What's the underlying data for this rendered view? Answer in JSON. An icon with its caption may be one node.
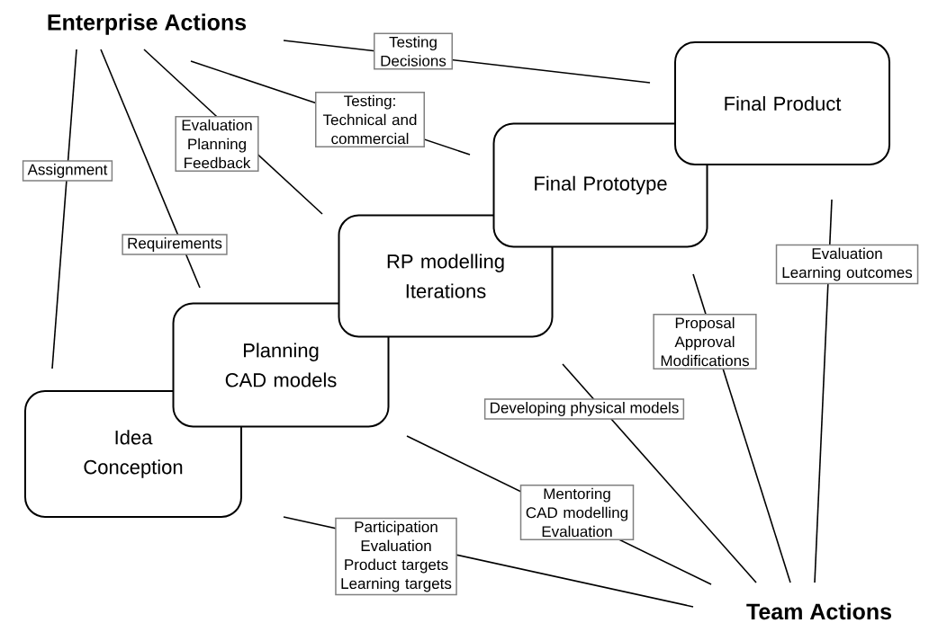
{
  "diagram": {
    "nodes": [
      {
        "text": [
          "Enterprise Actions"
        ]
      },
      {
        "text": [
          "Idea Conception"
        ]
      },
      {
        "text": [
          "Planning CAD models"
        ]
      },
      {
        "text": [
          "RP modelling Iterations"
        ]
      },
      {
        "text": [
          "Final Prototype"
        ]
      },
      {
        "text": [
          "Final Product"
        ]
      },
      {
        "text": [
          "Team Actions"
        ]
      }
    ],
    "edges": [
      {
        "from": 0,
        "to": 1,
        "arrow": "none",
        "label": "Assignment"
      },
      {
        "from": 0,
        "to": 2,
        "arrow": "none",
        "label": "Requirements"
      },
      {
        "from": 0,
        "to": 3,
        "arrow": "none",
        "label": "Evaluation Planning Feedback"
      },
      {
        "from": 0,
        "to": 4,
        "arrow": "none",
        "label": "Testing: Technical and commercial"
      },
      {
        "from": 0,
        "to": 5,
        "arrow": "none",
        "label": "Testing Decisions"
      },
      {
        "from": 6,
        "to": 5,
        "arrow": "none",
        "label": "Evaluation Learning outcomes"
      },
      {
        "from": 6,
        "to": 4,
        "arrow": "none",
        "label": "Proposal Approval Modifications"
      },
      {
        "from": 6,
        "to": 3,
        "arrow": "none",
        "label": "Developing physical models"
      },
      {
        "from": 6,
        "to": 2,
        "arrow": "none",
        "label": "Mentoring CAD modelling Evaluation"
      },
      {
        "from": 6,
        "to": 1,
        "arrow": "none",
        "label": "Participation Evaluation Product targets Learning targets"
      }
    ]
  }
}
